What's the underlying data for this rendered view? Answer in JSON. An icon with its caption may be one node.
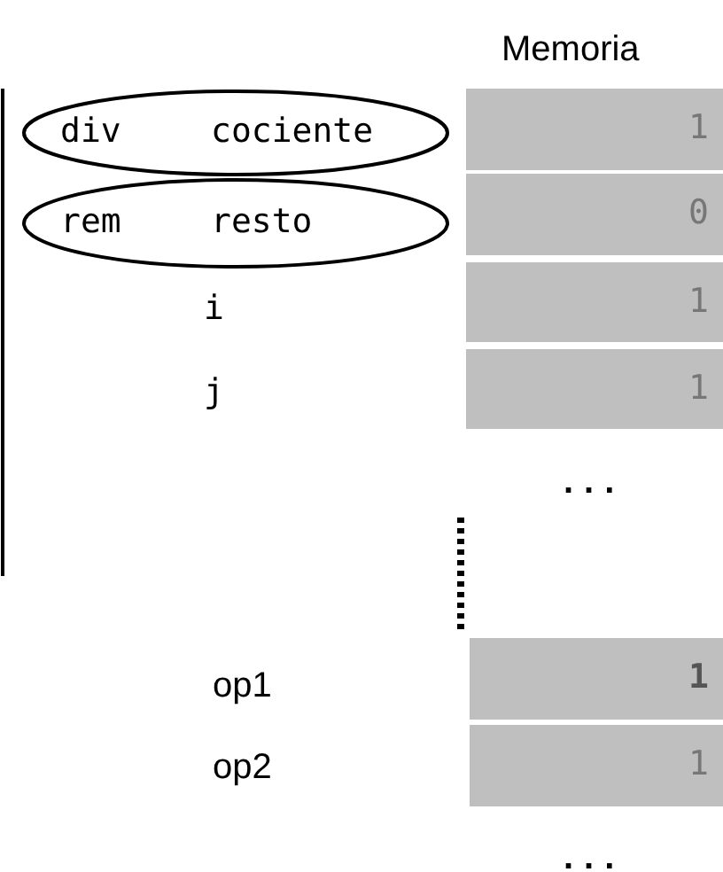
{
  "diagram": {
    "nodes": [
      {
        "text": [
          "div",
          "cociente"
        ]
      },
      {
        "text": [
          "rem",
          "resto"
        ]
      },
      {
        "text": [
          "1"
        ]
      },
      {
        "text": [
          "0"
        ]
      },
      {
        "text": [
          "1"
        ]
      },
      {
        "text": [
          "1"
        ]
      },
      {
        "text": [
          "1"
        ]
      },
      {
        "text": [
          "1"
        ]
      }
    ],
    "labels": [
      "Memoria",
      "i",
      "j",
      "...",
      "op1",
      "op2",
      "..."
    ]
  }
}
